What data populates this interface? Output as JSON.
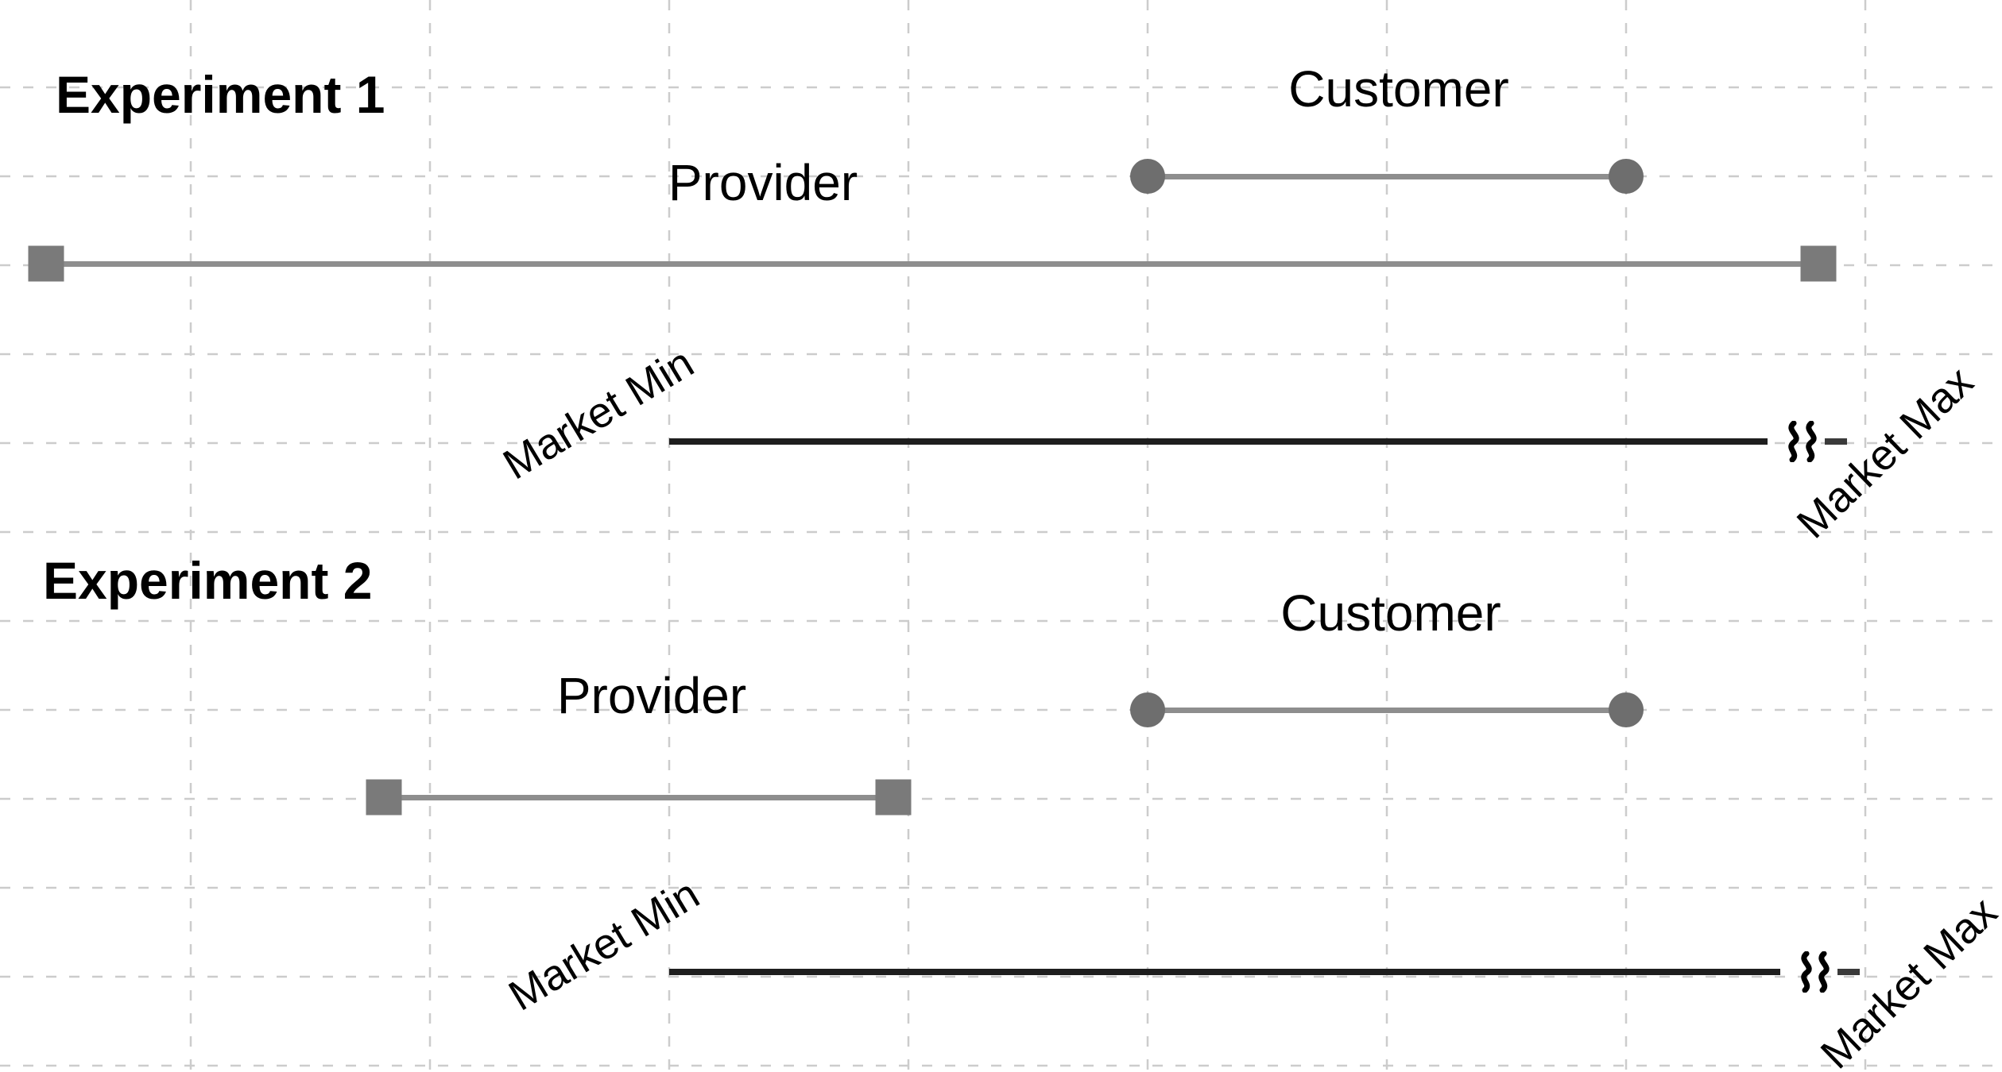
{
  "colors": {
    "background": "#ffffff",
    "grid": "#cccccc",
    "segment_gray": "#8e8e8e",
    "square_marker": "#7a7a7a",
    "circle_marker": "#6e6e6e",
    "market_line": "#1e1e1e",
    "text": "#000000"
  },
  "experiments": [
    {
      "title": "Experiment 1",
      "provider_label": "Provider",
      "customer_label": "Customer",
      "market_min_label": "Market Min",
      "market_max_label": "Market Max"
    },
    {
      "title": "Experiment 2",
      "provider_label": "Provider",
      "customer_label": "Customer",
      "market_min_label": "Market Min",
      "market_max_label": "Market Max"
    }
  ]
}
